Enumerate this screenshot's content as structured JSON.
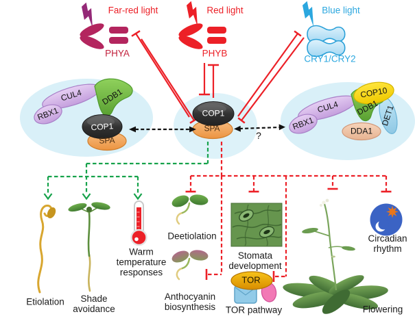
{
  "lights": {
    "far_red": {
      "label": "Far-red light",
      "receptor": "PHYA"
    },
    "red": {
      "label": "Red light",
      "receptor": "PHYB"
    },
    "blue": {
      "label": "Blue light",
      "receptor": "CRY1/CRY2"
    }
  },
  "complexes": {
    "left": {
      "rbx1": "RBX1",
      "cul4": "CUL4",
      "ddb1": "DDB1",
      "cop1": "COP1",
      "spa": "SPA"
    },
    "center": {
      "cop1": "COP1",
      "spa": "SPA"
    },
    "right": {
      "rbx1": "RBX1",
      "cul4": "CUL4",
      "cop10": "COP10",
      "ddb1": "DDB1",
      "det1": "DET1",
      "dda1": "DDA1"
    },
    "question_mark": "?"
  },
  "promoted_processes": {
    "items": [
      {
        "label": "Etiolation",
        "icon": "etiolated-seedling-icon"
      },
      {
        "label": "Shade avoidance",
        "icon": "shade-seedling-icon"
      },
      {
        "label": "Warm temperature responses",
        "icon": "thermometer-icon"
      }
    ]
  },
  "repressed_processes": {
    "tor_complex_label": "TOR",
    "items": [
      {
        "label": "Deetiolation",
        "icon": "deetiolated-seedling-icon"
      },
      {
        "label": "Anthocyanin biosynthesis",
        "icon": "anthocyanin-seedling-icon"
      },
      {
        "label": "Stomata development",
        "icon": "stomata-micrograph"
      },
      {
        "label": "TOR pathway",
        "icon": "tor-complex-icon"
      },
      {
        "label": "Flowering",
        "icon": "flowering-plant-icon"
      },
      {
        "label": "Circadian rhythm",
        "icon": "day-night-icon"
      }
    ]
  },
  "colors": {
    "red": "#ec2027",
    "far_red_purple": "#942977",
    "phya_crimson": "#b3255e",
    "blue": "#2ba7df",
    "promote_green": "#16a24b",
    "complex_bg": "#d9f0f8",
    "lavender": "#cfaee3",
    "ddb1_green": "#76c043",
    "cop1_dark": "#3d3d3d",
    "spa_orange": "#f2a35c",
    "cop10_yellow": "#f8d703",
    "det1_blue": "#a6daf0",
    "dda1_peach": "#efc3a4",
    "tor_gold": "#edaa00",
    "tor_box_blue": "#92cbe8",
    "tor_pink": "#f279b5",
    "circadian_blue": "#3b63c4"
  }
}
